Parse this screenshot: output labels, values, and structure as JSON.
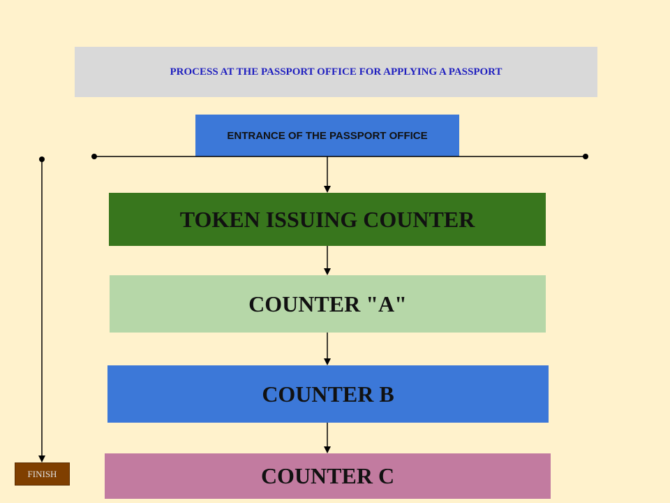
{
  "title": "PROCESS AT THE PASSPORT OFFICE FOR APPLYING A PASSPORT",
  "entrance": "ENTRANCE OF THE PASSPORT OFFICE",
  "steps": {
    "token": "TOKEN ISSUING COUNTER",
    "counter_a": "COUNTER \"A\"",
    "counter_b": "COUNTER B",
    "counter_c": "COUNTER C"
  },
  "finish": "FINISH",
  "colors": {
    "background": "#fff2cc",
    "title_box": "#d9d9d9",
    "title_text": "#1f1fbf",
    "entrance": "#3c78d8",
    "token": "#38761d",
    "counter_a": "#b6d7a8",
    "counter_b": "#3c78d8",
    "counter_c": "#c27ba0",
    "finish": "#7f3f00"
  }
}
